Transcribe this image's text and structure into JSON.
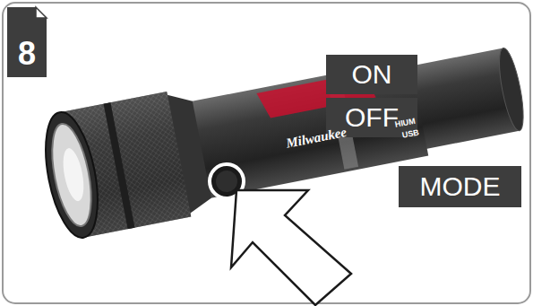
{
  "diagram": {
    "nodes": [
      {
        "text": [
          "8"
        ]
      },
      {
        "text": [
          "ON"
        ]
      },
      {
        "text": [
          "OFF"
        ]
      },
      {
        "text": [
          "MODE"
        ]
      }
    ],
    "labels": [
      "Milwaukee",
      "HIUM",
      "USB"
    ]
  }
}
